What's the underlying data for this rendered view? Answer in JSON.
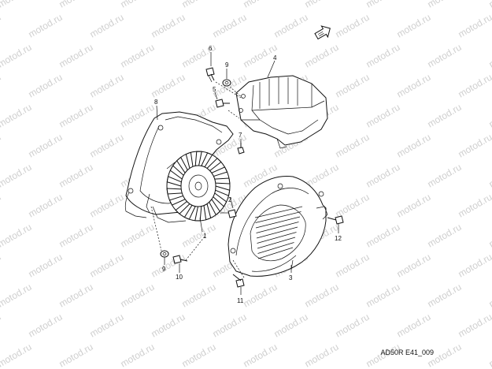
{
  "diagram": {
    "drawing_code": "AD50R E41_009",
    "watermark_text": "motod.ru",
    "parts": [
      {
        "number": "1"
      },
      {
        "number": "2"
      },
      {
        "number": "3"
      },
      {
        "number": "4"
      },
      {
        "number": "5"
      },
      {
        "number": "6"
      },
      {
        "number": "7"
      },
      {
        "number": "8"
      },
      {
        "number": "9"
      },
      {
        "number": "9"
      },
      {
        "number": "10"
      },
      {
        "number": "11"
      },
      {
        "number": "12"
      }
    ],
    "front_arrow_icon": "front-direction-arrow-icon",
    "colors": {
      "line": "#111111",
      "watermark": "#cfcfcf",
      "background": "#ffffff"
    }
  }
}
